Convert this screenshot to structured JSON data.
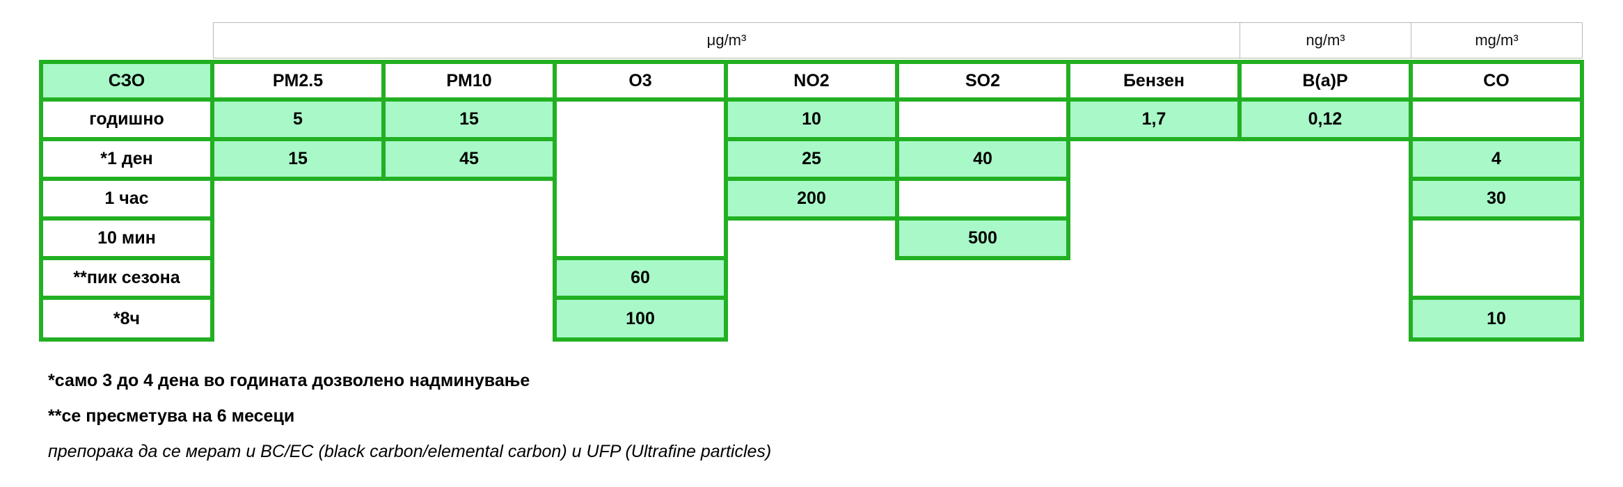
{
  "units": {
    "ug": "μg/m³",
    "ng": "ng/m³",
    "mg": "mg/m³"
  },
  "header": {
    "corner": "СЗО",
    "columns": [
      "PM2.5",
      "PM10",
      "O3",
      "NO2",
      "SO2",
      "Бензен",
      "B(a)P",
      "CO"
    ]
  },
  "rows": [
    {
      "label": "годишно",
      "values": [
        "5",
        "15",
        "",
        "10",
        "",
        "1,7",
        "0,12",
        ""
      ]
    },
    {
      "label": "*1 ден",
      "values": [
        "15",
        "45",
        "",
        "25",
        "40",
        "",
        "",
        "4"
      ]
    },
    {
      "label": "1 час",
      "values": [
        "",
        "",
        "",
        "200",
        "",
        "",
        "",
        "30"
      ]
    },
    {
      "label": "10 мин",
      "values": [
        "",
        "",
        "",
        "",
        "500",
        "",
        "",
        ""
      ]
    },
    {
      "label": "**пик сезона",
      "values": [
        "",
        "",
        "60",
        "",
        "",
        "",
        "",
        ""
      ]
    },
    {
      "label": "*8ч",
      "values": [
        "",
        "",
        "100",
        "",
        "",
        "",
        "",
        "10"
      ]
    }
  ],
  "notes": {
    "note1": "*само 3 до 4 дена во годината дозволено надминување",
    "note2": "**се пресметува на 6 месеци",
    "note3": "препорака да се мерат и BC/EC (black carbon/elemental carbon) и UFP (Ultrafine particles)"
  },
  "colors": {
    "border_green": "#22b022",
    "fill_green": "#a8f8c8"
  }
}
